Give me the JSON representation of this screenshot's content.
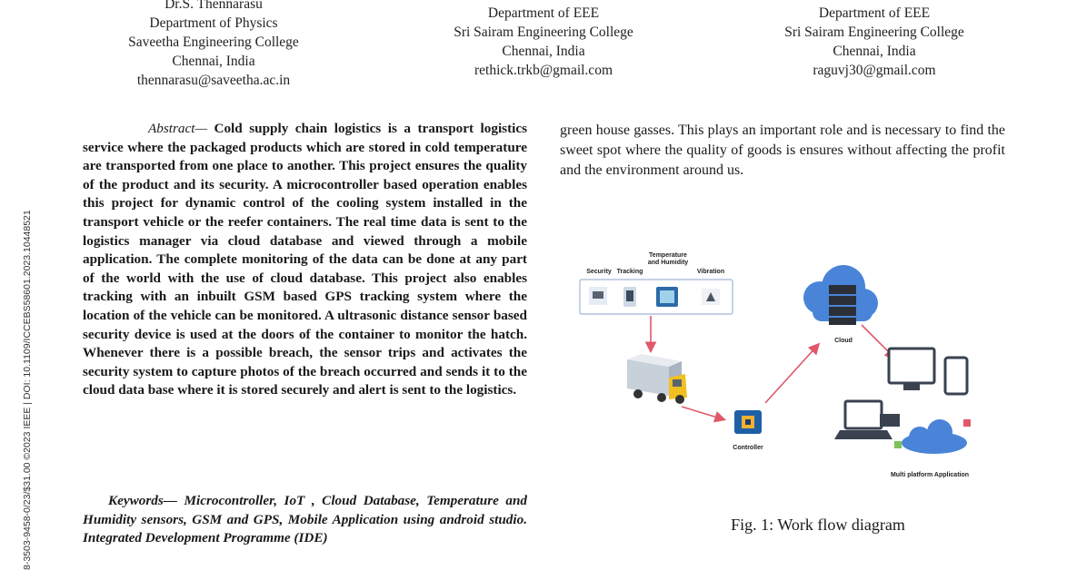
{
  "authors": [
    {
      "name": "Dr.S. Thennarasu",
      "dept": "Department of Physics",
      "college": "Saveetha Engineering College",
      "city": "Chennai, India",
      "email": "thennarasu@saveetha.ac.in"
    },
    {
      "dept": "Department of EEE",
      "college": "Sri Sairam Engineering College",
      "city": "Chennai, India",
      "email": "rethick.trkb@gmail.com"
    },
    {
      "dept": "Department of EEE",
      "college": "Sri Sairam Engineering College",
      "city": "Chennai, India",
      "email": "raguvj30@gmail.com"
    }
  ],
  "side_identifier": "8-3503-9458-0/23/$31.00 ©2023 IEEE | DOI: 10.1109/ICCEBS58601.2023.10448521",
  "abstract": {
    "lead": "Abstract—",
    "body": "Cold supply chain logistics is a transport logistics service where the packaged products which are stored in cold temperature are transported from one place to another. This project ensures the quality of the product and its security. A microcontroller based operation enables this project for dynamic control of the cooling system installed in the transport vehicle or the reefer containers. The real time data is sent to the logistics manager via cloud database and viewed through a mobile application. The complete monitoring of the data can be done at any part of the world with the use of cloud database. This project also enables tracking with an inbuilt GSM based GPS tracking system where the location of the vehicle can be monitored. A ultrasonic distance sensor based security device is used at the doors of the container to monitor the hatch. Whenever there is a possible breach, the sensor trips and activates the security system to capture photos of the breach occurred and sends it to the cloud data base where it is stored securely and alert is sent to the logistics."
  },
  "keywords": {
    "lead": "Keywords—",
    "body": "Microcontroller, IoT , Cloud Database, Temperature and Humidity sensors, GSM and GPS, Mobile Application using android studio. Integrated Development Programme (IDE)"
  },
  "right_paragraph": "green house gasses. This plays an important role and is necessary to find the sweet spot where the quality of goods is ensures without affecting the profit and the environment around us.",
  "figure": {
    "sensor_labels": [
      "Security",
      "Tracking",
      "Temperature and Humidity",
      "Vibration"
    ],
    "controller_label": "Controller",
    "cloud_label": "Cloud",
    "app_label": "Multi platform Application",
    "caption": "Fig. 1: Work flow diagram",
    "colors": {
      "arrow": "#e0586a",
      "cloud": "#4a84d8",
      "truck_cab": "#f0c020",
      "panel_border": "#9fb6d8"
    }
  }
}
